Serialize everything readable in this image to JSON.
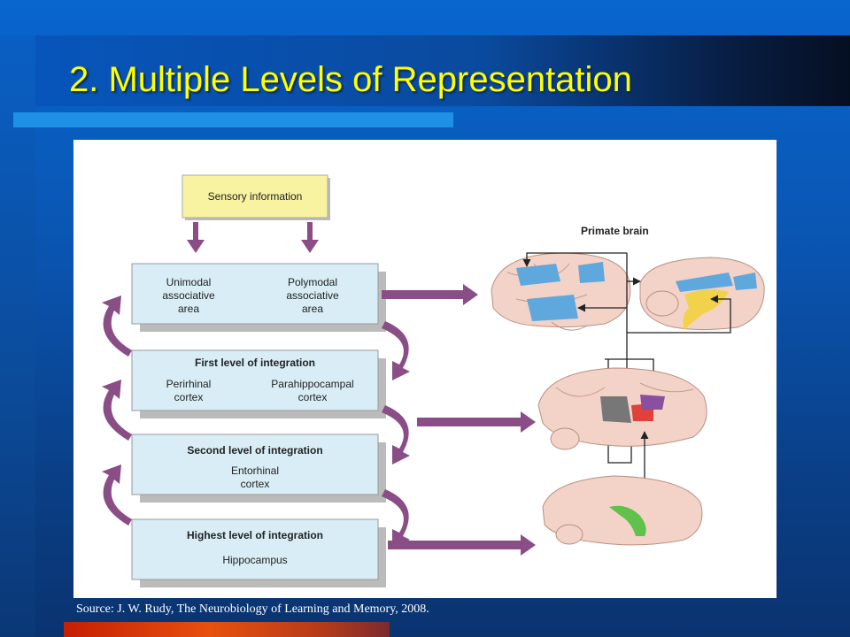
{
  "slide": {
    "title": "2. Multiple Levels of Representation",
    "source": "Source: J. W. Rudy, The Neurobiology of Learning and Memory, 2008."
  },
  "diagram": {
    "top_box": "Sensory information",
    "primate_brain_label": "Primate brain",
    "levels": [
      {
        "heading": "",
        "left": [
          "Unimodal",
          "associative",
          "area"
        ],
        "right": [
          "Polymodal",
          "associative",
          "area"
        ]
      },
      {
        "heading": "First level of integration",
        "left": [
          "Perirhinal",
          "cortex"
        ],
        "right": [
          "Parahippocampal",
          "cortex"
        ]
      },
      {
        "heading": "Second level of integration",
        "center": [
          "Entorhinal",
          "cortex"
        ]
      },
      {
        "heading": "Highest level of integration",
        "center": [
          "Hippocampus"
        ]
      }
    ]
  },
  "colors": {
    "title": "#ffff00",
    "box_fill": "#d8edf5",
    "sensory_fill": "#f7f3a1",
    "arrow_purple": "#8a4d86",
    "brain_pink": "#f3d2c8",
    "region_blue": "#5ea8de",
    "region_yellow": "#f2d24b",
    "region_gray": "#777777",
    "region_red": "#e0413a",
    "region_purple": "#8a4fa0",
    "region_green": "#5fc24a"
  }
}
